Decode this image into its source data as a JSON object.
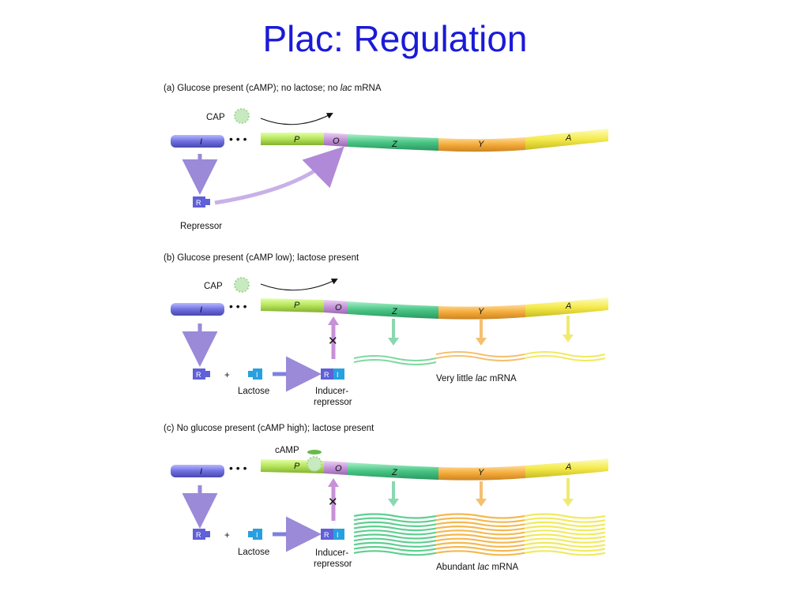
{
  "title": "Plac: Regulation",
  "panels": [
    {
      "letter": "(a)",
      "caption_pre": "Glucose present (cAMP); no lactose; no ",
      "caption_em": "lac",
      "caption_post": " mRNA",
      "cap_label": "CAP",
      "repressor_label": "Repressor"
    },
    {
      "letter": "(b)",
      "caption": "Glucose present (cAMP low); lactose present",
      "cap_label": "CAP",
      "plus": "+",
      "lactose_label": "Lactose",
      "inducer_line1": "Inducer-",
      "inducer_line2": "repressor",
      "mrna_pre": "Very little ",
      "mrna_em": "lac",
      "mrna_post": " mRNA"
    },
    {
      "letter": "(c)",
      "caption": "No glucose present (cAMP high); lactose present",
      "camp_label": "cAMP",
      "plus": "+",
      "lactose_label": "Lactose",
      "inducer_line1": "Inducer-",
      "inducer_line2": "repressor",
      "mrna_pre": "Abundant ",
      "mrna_em": "lac",
      "mrna_post": " mRNA"
    }
  ],
  "genes": {
    "I": "I",
    "P": "P",
    "O": "O",
    "Z": "Z",
    "Y": "Y",
    "A": "A"
  },
  "chips": {
    "R": "R",
    "I": "I"
  },
  "blocked_mark": "✕",
  "colors": {
    "I": "#8080e8",
    "P": "#b8e85a",
    "O": "#c896d8",
    "Z": "#4cc888",
    "Y": "#f4b040",
    "A": "#f4ec50",
    "cap": "#c8eac0",
    "repressor": "#6060d8",
    "inducer": "#28a0e0",
    "title": "#1a1ad8"
  }
}
